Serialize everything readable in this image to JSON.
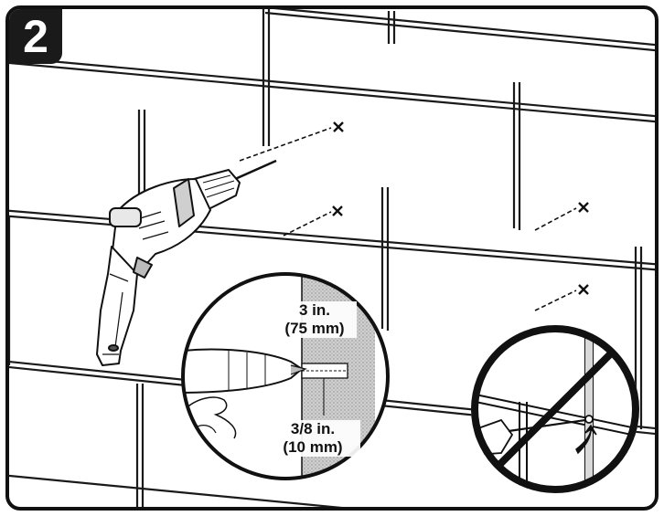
{
  "step": {
    "number": "2"
  },
  "dimensions": {
    "depth_in": "3 in.",
    "depth_mm": "(75 mm)",
    "diameter_in": "3/8 in.",
    "diameter_mm": "(10 mm)"
  },
  "drill_marks": {
    "count": 4,
    "mark_glyph": "x"
  },
  "icons": {
    "step_badge": "step-number-badge",
    "drill": "power-drill-icon",
    "detail": "magnified-detail-circle",
    "prohibited": "prohibited-sign-icon",
    "arrow": "curved-arrow-icon"
  },
  "colors": {
    "ink": "#111111",
    "background": "#ffffff",
    "wall_section": "#bdbdbd"
  }
}
